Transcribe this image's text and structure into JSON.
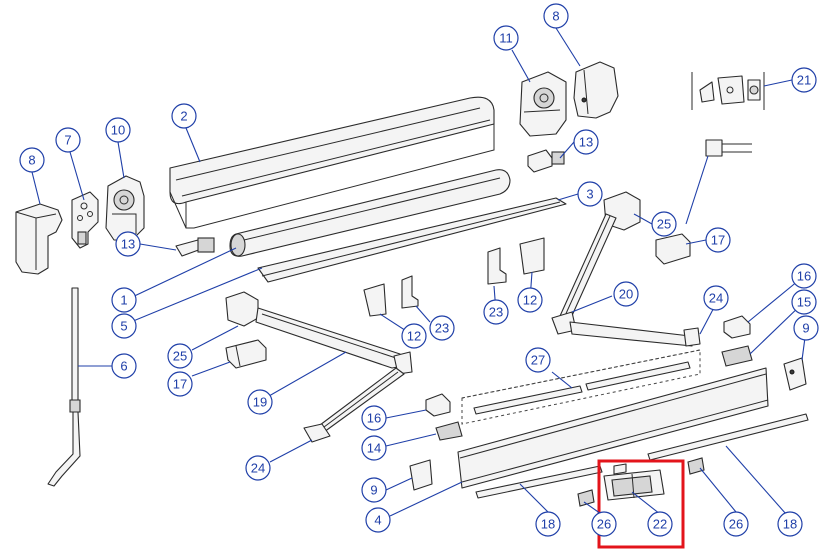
{
  "colors": {
    "callout": "#1f3fa8",
    "highlight_box": "#e3141b",
    "line_art": "#2b2b2b"
  },
  "callouts": [
    {
      "id": "c8a",
      "label": "8"
    },
    {
      "id": "c7",
      "label": "7"
    },
    {
      "id": "c10",
      "label": "10"
    },
    {
      "id": "c2",
      "label": "2"
    },
    {
      "id": "c11",
      "label": "11"
    },
    {
      "id": "c8b",
      "label": "8"
    },
    {
      "id": "c21",
      "label": "21"
    },
    {
      "id": "c13a",
      "label": "13"
    },
    {
      "id": "c3",
      "label": "3"
    },
    {
      "id": "c25a",
      "label": "25"
    },
    {
      "id": "c17a",
      "label": "17"
    },
    {
      "id": "c13b",
      "label": "13"
    },
    {
      "id": "c1",
      "label": "1"
    },
    {
      "id": "c5",
      "label": "5"
    },
    {
      "id": "c23a",
      "label": "23"
    },
    {
      "id": "c12a",
      "label": "12"
    },
    {
      "id": "c20",
      "label": "20"
    },
    {
      "id": "c24a",
      "label": "24"
    },
    {
      "id": "c16a",
      "label": "16"
    },
    {
      "id": "c15",
      "label": "15"
    },
    {
      "id": "c9a",
      "label": "9"
    },
    {
      "id": "c6",
      "label": "6"
    },
    {
      "id": "c25b",
      "label": "25"
    },
    {
      "id": "c17b",
      "label": "17"
    },
    {
      "id": "c19",
      "label": "19"
    },
    {
      "id": "c12b",
      "label": "12"
    },
    {
      "id": "c23b",
      "label": "23"
    },
    {
      "id": "c27",
      "label": "27"
    },
    {
      "id": "c16b",
      "label": "16"
    },
    {
      "id": "c14",
      "label": "14"
    },
    {
      "id": "c24b",
      "label": "24"
    },
    {
      "id": "c9b",
      "label": "9"
    },
    {
      "id": "c4",
      "label": "4"
    },
    {
      "id": "c18a",
      "label": "18"
    },
    {
      "id": "c26a",
      "label": "26"
    },
    {
      "id": "c22",
      "label": "22"
    },
    {
      "id": "c26b",
      "label": "26"
    },
    {
      "id": "c18b",
      "label": "18"
    }
  ],
  "highlighted_part": "22"
}
